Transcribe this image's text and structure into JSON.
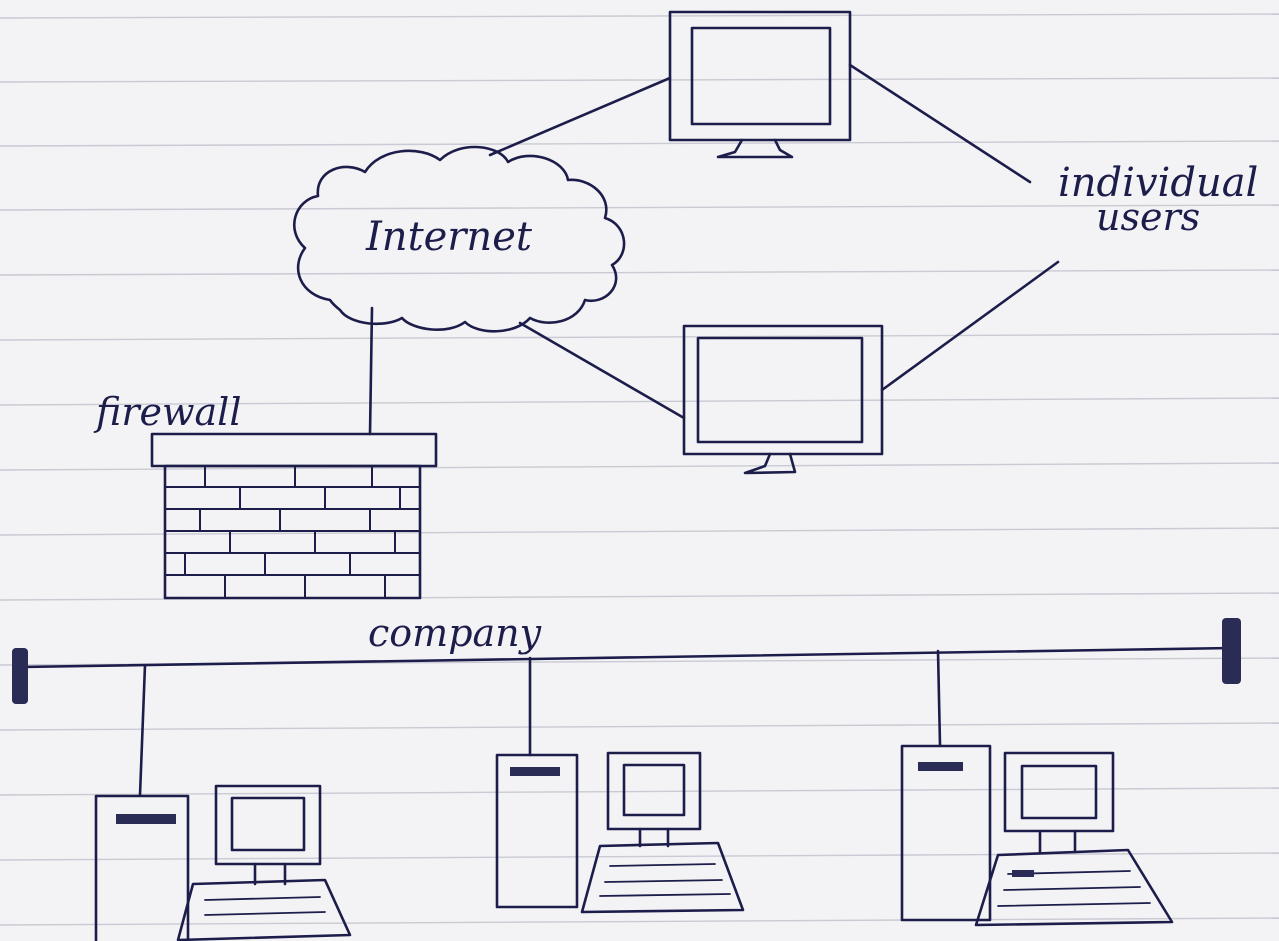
{
  "labels": {
    "internet": "Internet",
    "individual_users_line1": "individual",
    "individual_users_line2": "users",
    "firewall": "firewall",
    "company": "company"
  },
  "colors": {
    "paper": "#f3f3f5",
    "rule_lines": "#c9cad3",
    "ink": "#1c1d4a",
    "terminator": "#2a2c55"
  }
}
